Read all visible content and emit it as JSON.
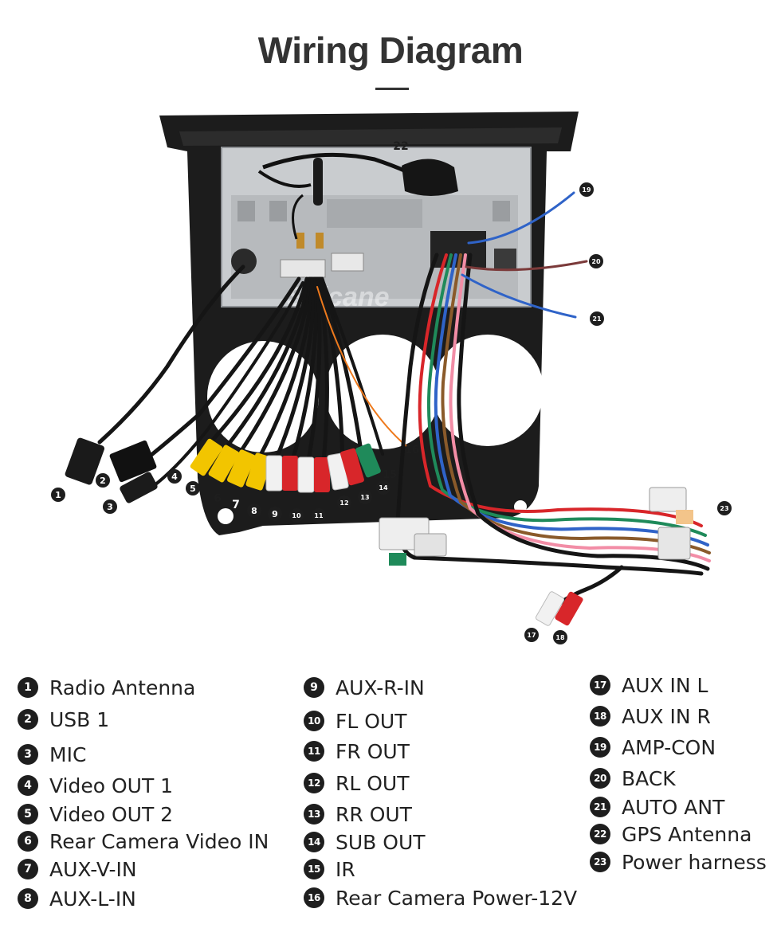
{
  "title": "Wiring Diagram",
  "watermark": "Seicane",
  "legend": [
    {
      "num": "1",
      "label": "Radio Antenna"
    },
    {
      "num": "2",
      "label": "USB 1"
    },
    {
      "num": "3",
      "label": "MIC"
    },
    {
      "num": "4",
      "label": "Video OUT 1"
    },
    {
      "num": "5",
      "label": "Video OUT 2"
    },
    {
      "num": "6",
      "label": "Rear Camera Video IN"
    },
    {
      "num": "7",
      "label": "AUX-V-IN"
    },
    {
      "num": "8",
      "label": "AUX-L-IN"
    },
    {
      "num": "9",
      "label": "AUX-R-IN"
    },
    {
      "num": "10",
      "label": "FL OUT"
    },
    {
      "num": "11",
      "label": "FR OUT"
    },
    {
      "num": "12",
      "label": "RL OUT"
    },
    {
      "num": "13",
      "label": "RR OUT"
    },
    {
      "num": "14",
      "label": "SUB OUT"
    },
    {
      "num": "15",
      "label": "IR"
    },
    {
      "num": "16",
      "label": "Rear Camera Power-12V"
    },
    {
      "num": "17",
      "label": "AUX IN L"
    },
    {
      "num": "18",
      "label": "AUX IN R"
    },
    {
      "num": "19",
      "label": "AMP-CON"
    },
    {
      "num": "20",
      "label": "BACK"
    },
    {
      "num": "21",
      "label": "AUTO ANT"
    },
    {
      "num": "22",
      "label": "GPS Antenna"
    },
    {
      "num": "23",
      "label": "Power harness"
    }
  ],
  "colors": {
    "frame": "#1c1c1c",
    "unit": "#c9cccf",
    "cable": "#151515",
    "rca_yellow": "#f2c500",
    "rca_red": "#d8262a",
    "rca_white": "#f1f1f1",
    "rca_green": "#1f8a5a",
    "wire_blue": "#2f63c8"
  }
}
